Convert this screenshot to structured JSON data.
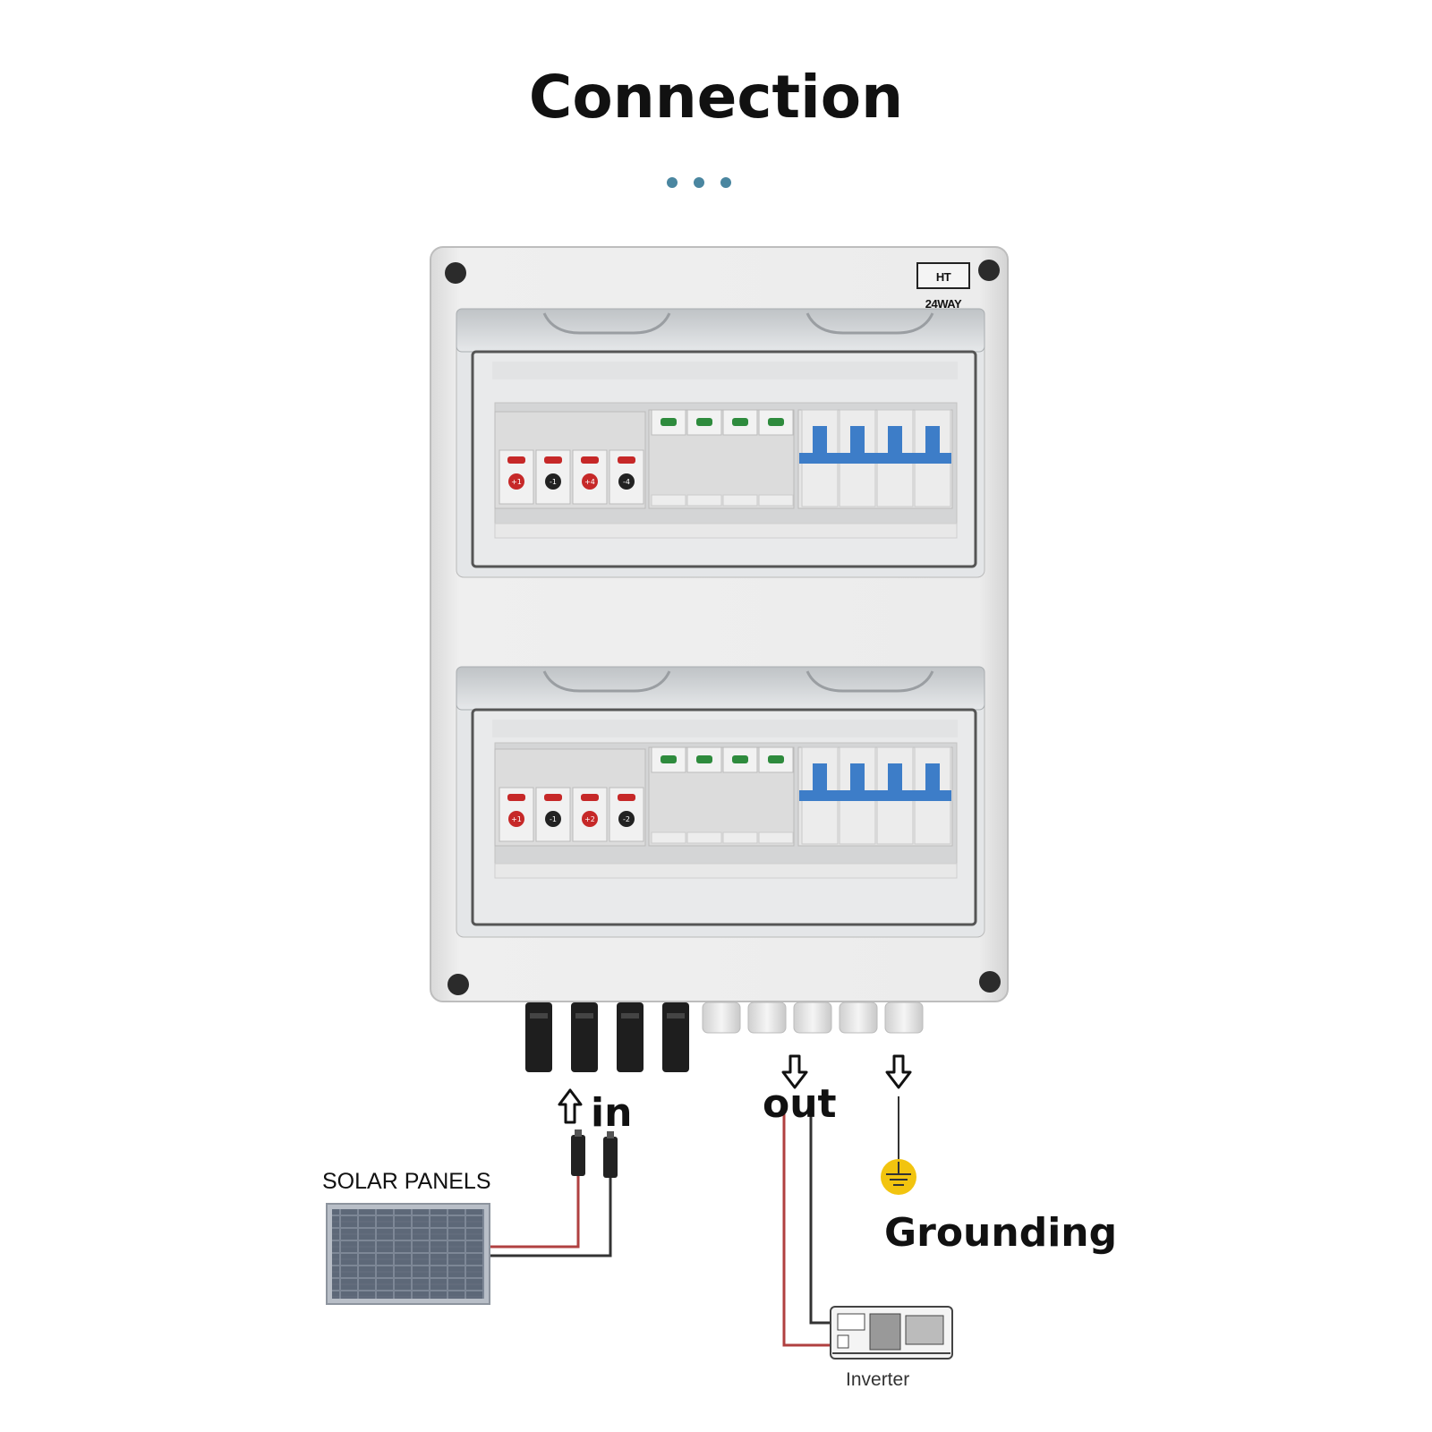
{
  "title": "Connection",
  "enclosure": {
    "model_label": "HT 24WAY"
  },
  "labels": {
    "in": "in",
    "out": "out",
    "grounding": "Grounding",
    "solar_panels": "SOLAR PANELS",
    "inverter": "Inverter"
  },
  "colors": {
    "accent_dots": "#4a86a0",
    "breaker_blue": "#3d7dc8",
    "fuse_red": "#c62828",
    "spd_green": "#2e8b3d",
    "wire_red": "#b04040",
    "ground_yellow": "#f2c40f"
  },
  "rows": [
    {
      "fuse_marks": [
        "+1",
        "-1",
        "+4",
        "-4"
      ]
    },
    {
      "fuse_marks": [
        "+1",
        "-1",
        "+2",
        "-2"
      ]
    }
  ],
  "icons": [
    "arrow-up-icon",
    "arrow-down-icon",
    "ground-symbol-icon",
    "solar-panel-icon",
    "inverter-icon",
    "mc4-connector-icon"
  ]
}
